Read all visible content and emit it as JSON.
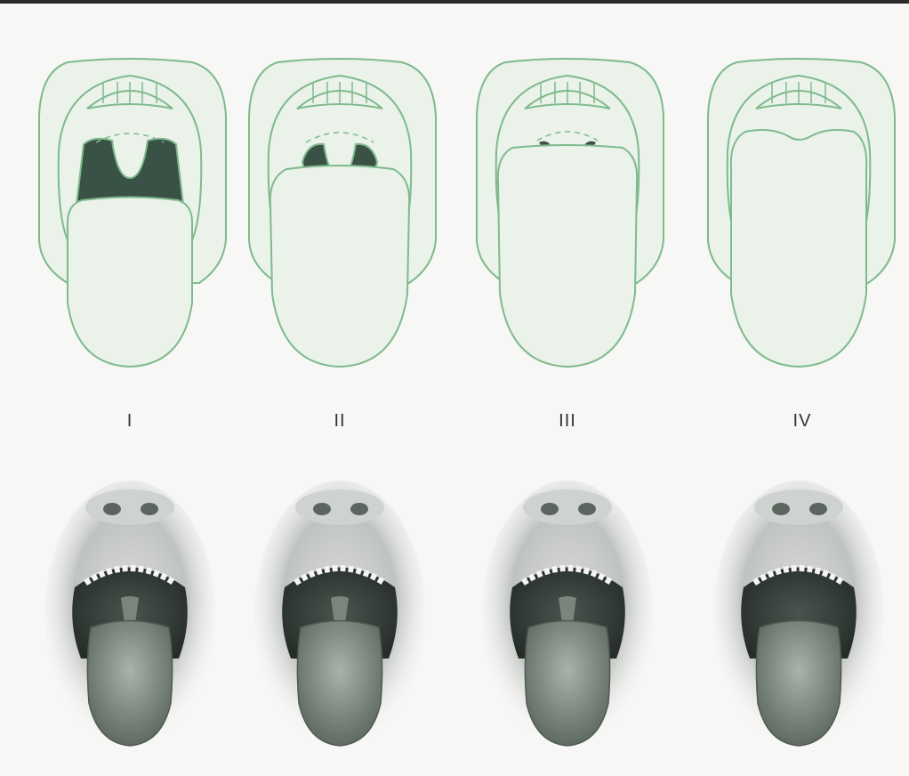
{
  "labels": [
    "I",
    "II",
    "III",
    "IV"
  ],
  "colors": {
    "outline": "#7fba8c",
    "tissue_fill": "#eaf2ea",
    "pharynx": "#3a5146",
    "background": "#f7f7f5",
    "rule": "#2b2b2b"
  },
  "diagrams": [
    {
      "class": "I",
      "visible_structures": [
        "soft-palate",
        "uvula",
        "faucial-pillars",
        "tonsillar-fossa"
      ]
    },
    {
      "class": "II",
      "visible_structures": [
        "soft-palate",
        "uvula",
        "faucial-pillars"
      ]
    },
    {
      "class": "III",
      "visible_structures": [
        "soft-palate",
        "uvula-base"
      ]
    },
    {
      "class": "IV",
      "visible_structures": [
        "hard-palate"
      ]
    }
  ],
  "photos": [
    {
      "class": "I"
    },
    {
      "class": "II"
    },
    {
      "class": "III"
    },
    {
      "class": "IV"
    }
  ]
}
